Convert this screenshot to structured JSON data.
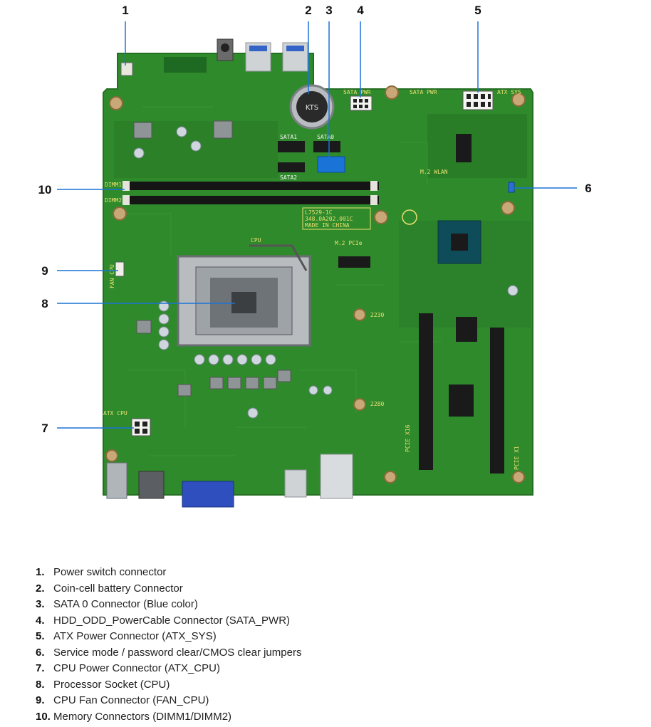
{
  "diagram": {
    "callout_labels": [
      "1",
      "2",
      "3",
      "4",
      "5",
      "6",
      "7",
      "8",
      "9",
      "10"
    ],
    "board_text": {
      "sata_pwr": "SATA PWR",
      "sata_pwr2": "SATA PWR",
      "atx_sys": "ATX SYS",
      "sata1": "SATA1",
      "sata0": "SATA0",
      "sata2": "SATA2",
      "dimm1": "DIMM1",
      "dimm2": "DIMM2",
      "m2_wlan": "M.2 WLAN",
      "m2_pcie": "M.2 PCIe",
      "cpu": "CPU",
      "fan_cpu": "FAN CPU",
      "atx_cpu": "ATX CPU",
      "code_1": "L7529-1C",
      "code_2": "348.0A202.001C",
      "code_3": "MADE IN CHINA",
      "n2230": "2230",
      "n2280": "2280",
      "pslot": "PCIE X16",
      "pslot2": "PCIE X1",
      "battery_brand": "KTS"
    }
  },
  "legend": [
    {
      "num": "1.",
      "text": "Power switch connector"
    },
    {
      "num": "2.",
      "text": "Coin-cell battery Connector"
    },
    {
      "num": "3.",
      "text": "SATA 0 Connector (Blue color)"
    },
    {
      "num": "4.",
      "text": "HDD_ODD_PowerCable Connector (SATA_PWR)"
    },
    {
      "num": "5.",
      "text": "ATX Power Connector (ATX_SYS)"
    },
    {
      "num": "6.",
      "text": "Service mode / password clear/CMOS clear jumpers"
    },
    {
      "num": "7.",
      "text": "CPU Power Connector (ATX_CPU)"
    },
    {
      "num": "8.",
      "text": "Processor Socket (CPU)"
    },
    {
      "num": "9.",
      "text": "CPU Fan Connector (FAN_CPU)"
    },
    {
      "num": "10.",
      "text": "Memory Connectors (DIMM1/DIMM2)"
    }
  ],
  "colors": {
    "pcb": "#2f8a2c",
    "pcb_dark": "#1f6a22",
    "silkscreen": "#e8e070",
    "sata0": "#1a73d6"
  }
}
